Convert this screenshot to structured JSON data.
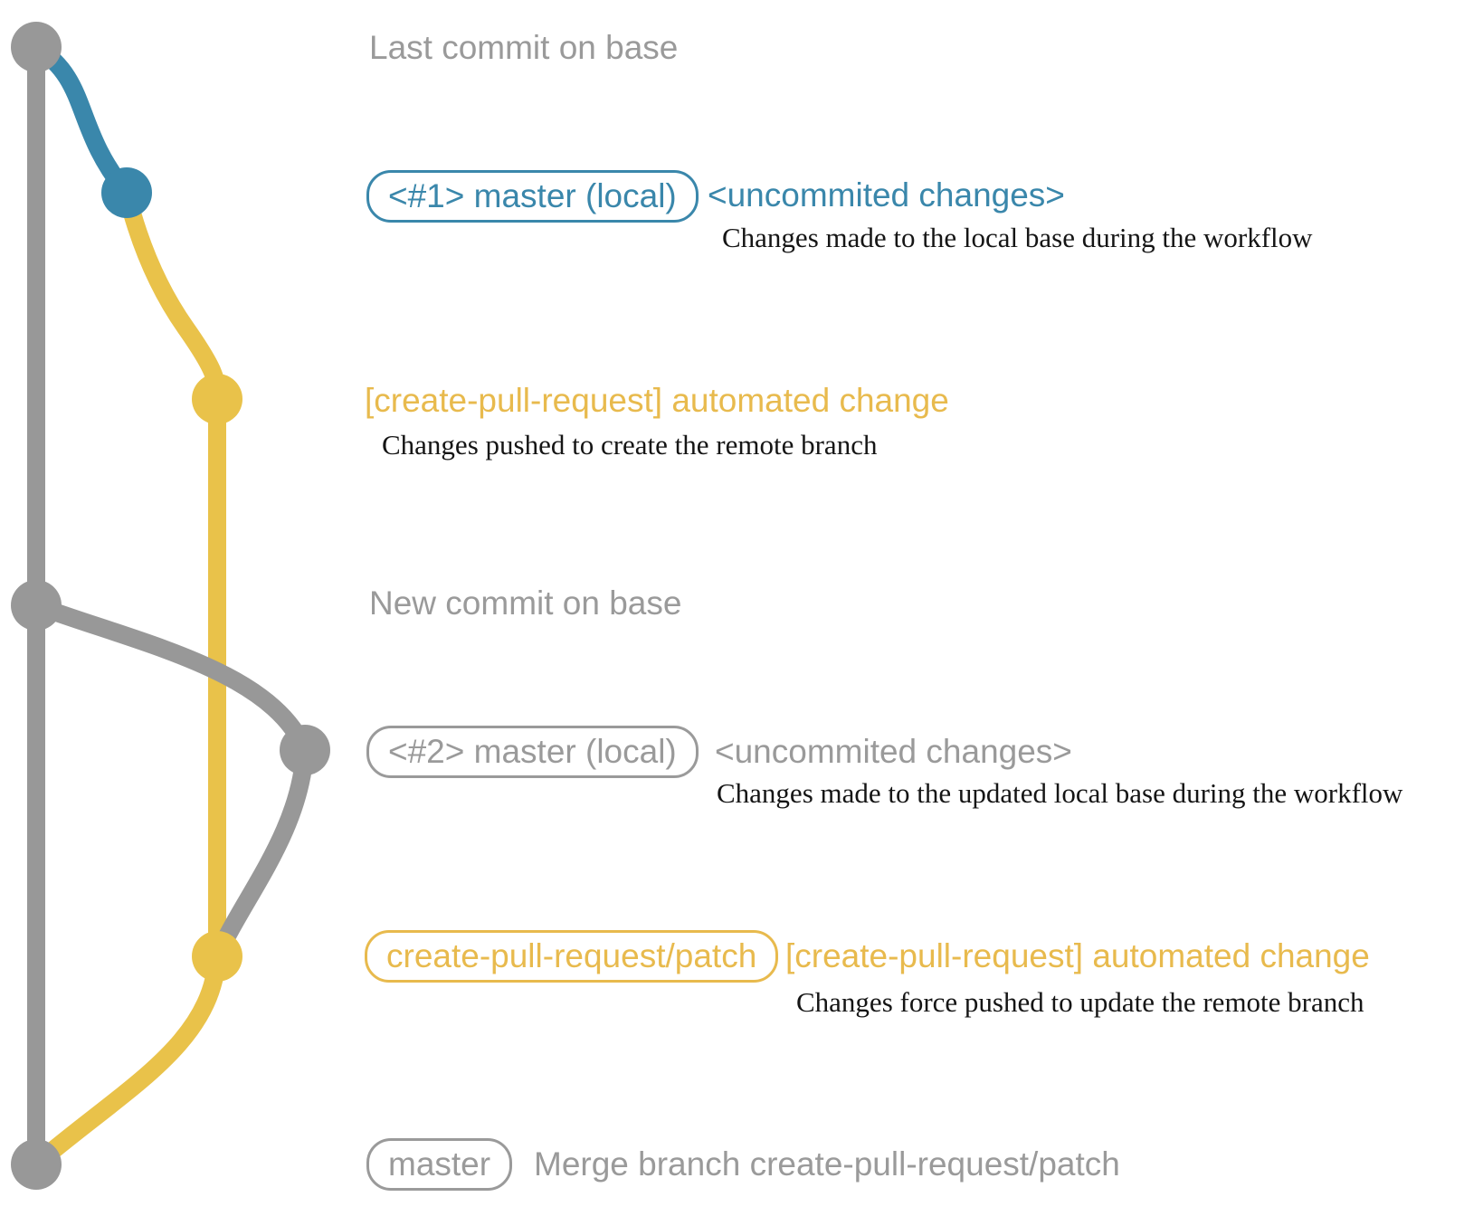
{
  "colors": {
    "background": "#ffffff",
    "gray": "#989898",
    "gray_text": "#9a9a9a",
    "blue": "#3a87ab",
    "yellow": "#e9c24a",
    "yellow_text": "#e8ba4d",
    "description_text": "#151515"
  },
  "graph": {
    "branch_colors": {
      "base": "#989898",
      "local_master": "#3a87ab",
      "create_pull_request_patch": "#e9c24a"
    },
    "commit_dots": [
      {
        "name": "last-commit-on-base",
        "color": "gray"
      },
      {
        "name": "local-commit-1",
        "color": "blue"
      },
      {
        "name": "patch-branch-created",
        "color": "yellow"
      },
      {
        "name": "new-commit-on-base",
        "color": "gray"
      },
      {
        "name": "local-commit-2",
        "color": "gray"
      },
      {
        "name": "patch-branch-updated",
        "color": "yellow"
      },
      {
        "name": "merge-commit",
        "color": "gray"
      }
    ]
  },
  "annotations": {
    "last_commit": {
      "label": "Last commit on base"
    },
    "local_commit_1": {
      "badge": "<#1> master (local)",
      "status": "<uncommited changes>",
      "description": "Changes made to the local base during the workflow"
    },
    "remote_push_1": {
      "label": "[create-pull-request] automated change",
      "description": "Changes pushed to create the remote branch"
    },
    "new_commit": {
      "label": "New commit on base"
    },
    "local_commit_2": {
      "badge": "<#2> master (local)",
      "status": "<uncommited changes>",
      "description": "Changes made to the updated local base during the workflow"
    },
    "remote_push_2": {
      "badge": "create-pull-request/patch",
      "label": "[create-pull-request] automated change",
      "description": "Changes force pushed to update the remote branch"
    },
    "merge": {
      "badge": "master",
      "label": "Merge branch create-pull-request/patch"
    }
  }
}
